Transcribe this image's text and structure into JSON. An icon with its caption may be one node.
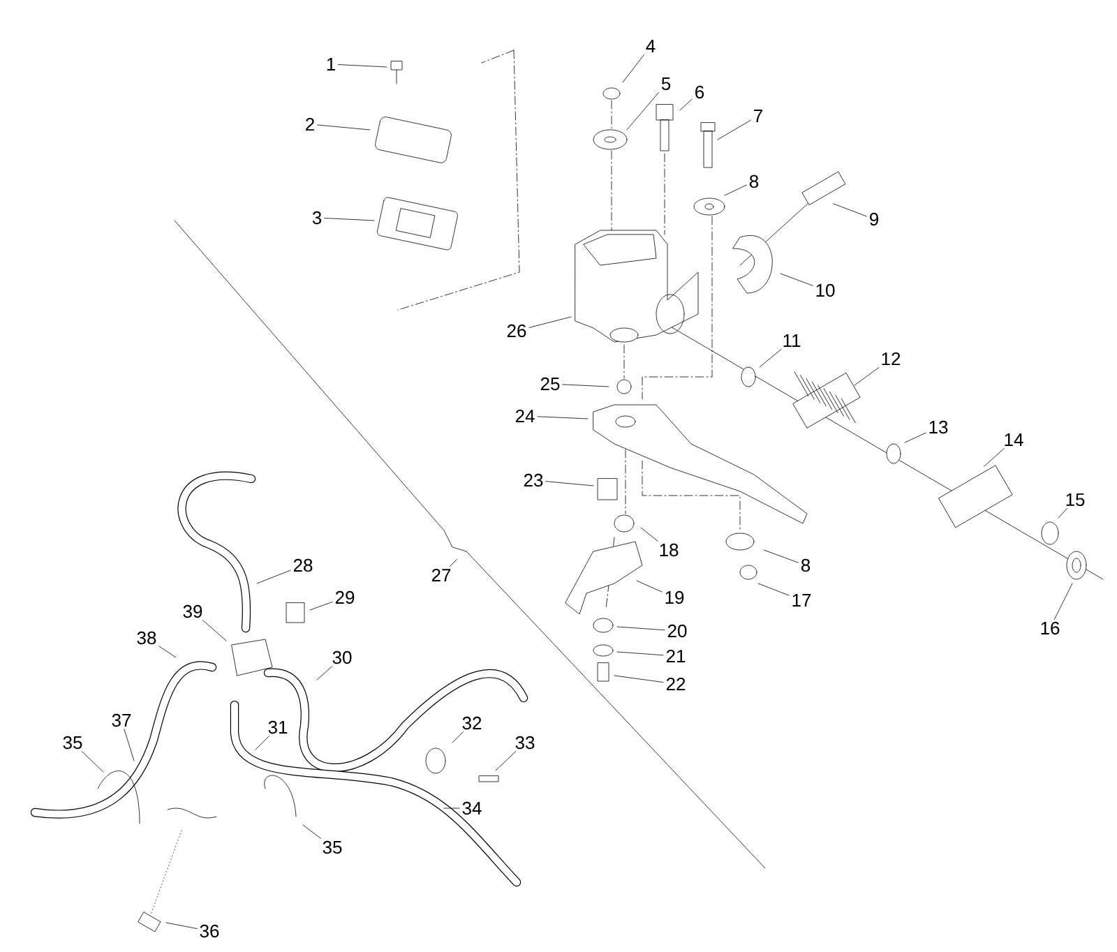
{
  "diagram": {
    "nodes": [
      {
        "text": [
          "1"
        ]
      },
      {
        "text": [
          "2"
        ]
      },
      {
        "text": [
          "3"
        ]
      },
      {
        "text": [
          "4"
        ]
      },
      {
        "text": [
          "5"
        ]
      },
      {
        "text": [
          "6"
        ]
      },
      {
        "text": [
          "7"
        ]
      },
      {
        "text": [
          "8"
        ]
      },
      {
        "text": [
          "8"
        ]
      },
      {
        "text": [
          "9"
        ]
      },
      {
        "text": [
          "10"
        ]
      },
      {
        "text": [
          "11"
        ]
      },
      {
        "text": [
          "12"
        ]
      },
      {
        "text": [
          "13"
        ]
      },
      {
        "text": [
          "14"
        ]
      },
      {
        "text": [
          "15"
        ]
      },
      {
        "text": [
          "16"
        ]
      },
      {
        "text": [
          "17"
        ]
      },
      {
        "text": [
          "18"
        ]
      },
      {
        "text": [
          "19"
        ]
      },
      {
        "text": [
          "20"
        ]
      },
      {
        "text": [
          "21"
        ]
      },
      {
        "text": [
          "22"
        ]
      },
      {
        "text": [
          "23"
        ]
      },
      {
        "text": [
          "24"
        ]
      },
      {
        "text": [
          "25"
        ]
      },
      {
        "text": [
          "26"
        ]
      },
      {
        "text": [
          "27"
        ]
      },
      {
        "text": [
          "28"
        ]
      },
      {
        "text": [
          "29"
        ]
      },
      {
        "text": [
          "30"
        ]
      },
      {
        "text": [
          "31"
        ]
      },
      {
        "text": [
          "32"
        ]
      },
      {
        "text": [
          "33"
        ]
      },
      {
        "text": [
          "34"
        ]
      },
      {
        "text": [
          "35"
        ]
      },
      {
        "text": [
          "35"
        ]
      },
      {
        "text": [
          "36"
        ]
      },
      {
        "text": [
          "37"
        ]
      },
      {
        "text": [
          "38"
        ]
      },
      {
        "text": [
          "39"
        ]
      }
    ],
    "edges": [
      {
        "from": 0,
        "to": null,
        "arrow": "none"
      },
      {
        "from": 1,
        "to": null,
        "arrow": "none"
      },
      {
        "from": 2,
        "to": null,
        "arrow": "none"
      },
      {
        "from": 3,
        "to": null,
        "arrow": "none"
      },
      {
        "from": 4,
        "to": null,
        "arrow": "none"
      },
      {
        "from": 5,
        "to": null,
        "arrow": "none"
      },
      {
        "from": 6,
        "to": null,
        "arrow": "none"
      },
      {
        "from": 7,
        "to": null,
        "arrow": "none"
      },
      {
        "from": 8,
        "to": null,
        "arrow": "none"
      },
      {
        "from": 9,
        "to": null,
        "arrow": "none"
      },
      {
        "from": 10,
        "to": null,
        "arrow": "none"
      },
      {
        "from": 11,
        "to": null,
        "arrow": "none"
      },
      {
        "from": 12,
        "to": null,
        "arrow": "none"
      },
      {
        "from": 13,
        "to": null,
        "arrow": "none"
      },
      {
        "from": 14,
        "to": null,
        "arrow": "none"
      },
      {
        "from": 15,
        "to": null,
        "arrow": "none"
      },
      {
        "from": 16,
        "to": null,
        "arrow": "none"
      },
      {
        "from": 17,
        "to": null,
        "arrow": "none"
      },
      {
        "from": 18,
        "to": null,
        "arrow": "none"
      },
      {
        "from": 19,
        "to": null,
        "arrow": "none"
      },
      {
        "from": 20,
        "to": null,
        "arrow": "none"
      },
      {
        "from": 21,
        "to": null,
        "arrow": "none"
      },
      {
        "from": 22,
        "to": null,
        "arrow": "none"
      },
      {
        "from": 23,
        "to": null,
        "arrow": "none"
      },
      {
        "from": 24,
        "to": null,
        "arrow": "none"
      },
      {
        "from": 25,
        "to": null,
        "arrow": "none"
      },
      {
        "from": 26,
        "to": null,
        "arrow": "none"
      },
      {
        "from": 27,
        "to": null,
        "arrow": "none"
      },
      {
        "from": 28,
        "to": null,
        "arrow": "none"
      },
      {
        "from": 29,
        "to": null,
        "arrow": "none"
      },
      {
        "from": 30,
        "to": null,
        "arrow": "none"
      },
      {
        "from": 31,
        "to": null,
        "arrow": "none"
      },
      {
        "from": 32,
        "to": null,
        "arrow": "none"
      },
      {
        "from": 33,
        "to": null,
        "arrow": "none"
      },
      {
        "from": 34,
        "to": null,
        "arrow": "none"
      },
      {
        "from": 35,
        "to": null,
        "arrow": "none"
      },
      {
        "from": 36,
        "to": null,
        "arrow": "none"
      },
      {
        "from": 37,
        "to": null,
        "arrow": "none"
      },
      {
        "from": 38,
        "to": null,
        "arrow": "none"
      },
      {
        "from": 39,
        "to": null,
        "arrow": "none"
      },
      {
        "from": 40,
        "to": null,
        "arrow": "none"
      }
    ]
  }
}
